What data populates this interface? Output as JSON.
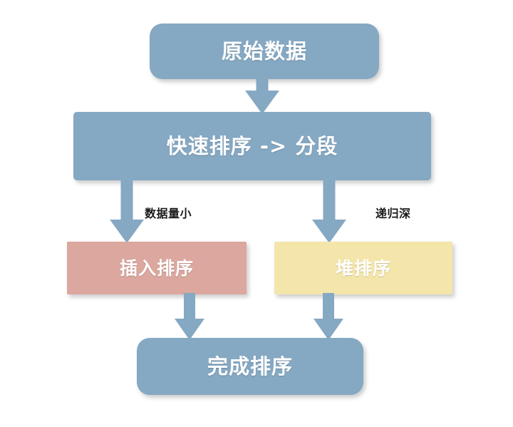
{
  "diagram": {
    "type": "flowchart",
    "title": "",
    "background_color": "#ffffff",
    "palette": {
      "blue_gray": "#85a8c3",
      "pink": "#dba79e",
      "pale_yellow": "#f4e5ab",
      "node_text": "#ffffff",
      "edge_label_text": "#1a1a1a"
    },
    "nodes": [
      {
        "id": "raw-data",
        "label": "原始数据",
        "shape": "rounded-rectangle",
        "fill": "#85a8c3",
        "text_color": "#ffffff"
      },
      {
        "id": "quick-sort",
        "label": "快速排序 -> 分段",
        "shape": "rectangle",
        "fill": "#85a8c3",
        "text_color": "#ffffff"
      },
      {
        "id": "insertion-sort",
        "label": "插入排序",
        "shape": "rectangle",
        "fill": "#dba79e",
        "text_color": "#ffffff"
      },
      {
        "id": "heap-sort",
        "label": "堆排序",
        "shape": "rectangle",
        "fill": "#f4e5ab",
        "text_color": "#ffffff"
      },
      {
        "id": "complete",
        "label": "完成排序",
        "shape": "rounded-rectangle",
        "fill": "#85a8c3",
        "text_color": "#ffffff"
      }
    ],
    "edges": [
      {
        "id": "raw-to-quick",
        "from": "raw-data",
        "to": "quick-sort",
        "label": "",
        "style": "block-arrow-down",
        "color": "#85a8c3"
      },
      {
        "id": "quick-to-insertion",
        "from": "quick-sort",
        "to": "insertion-sort",
        "label": "数据量小",
        "style": "block-arrow-down",
        "color": "#85a8c3"
      },
      {
        "id": "quick-to-heap",
        "from": "quick-sort",
        "to": "heap-sort",
        "label": "递归深",
        "style": "block-arrow-down",
        "color": "#85a8c3"
      },
      {
        "id": "insertion-to-complete",
        "from": "insertion-sort",
        "to": "complete",
        "label": "",
        "style": "block-arrow-down",
        "color": "#85a8c3"
      },
      {
        "id": "heap-to-complete",
        "from": "heap-sort",
        "to": "complete",
        "label": "",
        "style": "block-arrow-down",
        "color": "#85a8c3"
      }
    ]
  }
}
